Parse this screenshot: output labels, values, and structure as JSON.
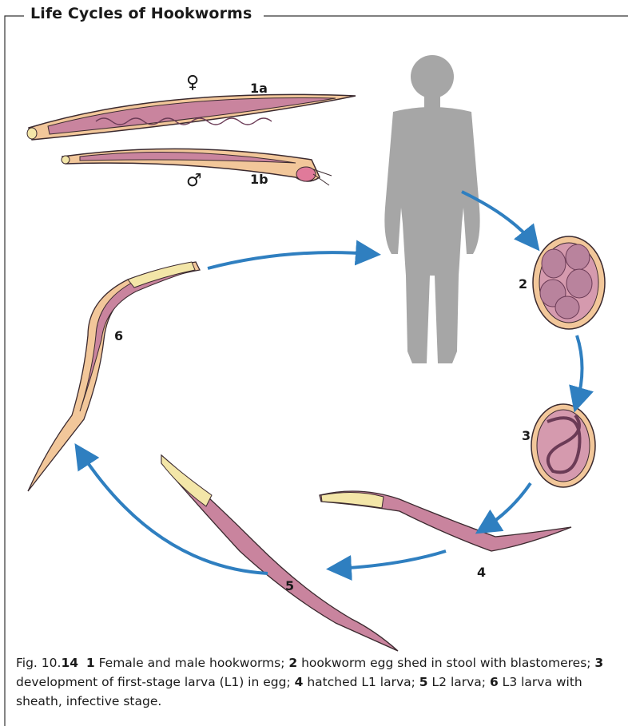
{
  "title": "Life Cycles of Hookworms",
  "labels": {
    "l1a": "1a",
    "l1b": "1b",
    "female_symbol": "♀",
    "male_symbol": "♂",
    "l2": "2",
    "l3": "3",
    "l4": "4",
    "l5": "5",
    "l6": "6"
  },
  "caption": {
    "fig": "Fig. 10.",
    "fig_num": "14",
    "n1": "1",
    "t1": " Female and male hookworms; ",
    "n2": "2",
    "t2": " hookworm egg shed in stool with blastomeres; ",
    "n3": "3",
    "t3": " development of first-stage larva (L1) in egg; ",
    "n4": "4",
    "t4": " hatched L1 larva; ",
    "n5": "5",
    "t5": " L2 larva; ",
    "n6": "6",
    "t6": " L3 larva with sheath, infective stage."
  },
  "colors": {
    "arrow": "#2f7fc0",
    "worm_body": "#c9849e",
    "worm_outline": "#3b2a2f",
    "larva_head": "#f3e6a8",
    "sheath": "#f2c79a",
    "human": "#a6a6a6",
    "egg_fill": "#d59aae"
  },
  "icons": [
    "human-silhouette-icon",
    "female-symbol-icon",
    "male-symbol-icon"
  ]
}
